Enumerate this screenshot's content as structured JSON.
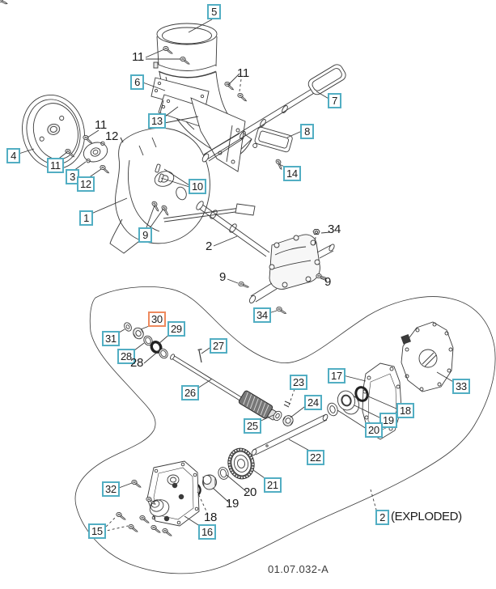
{
  "diagram": {
    "drawing_code": "01.07.032-A",
    "exploded_note": "(EXPLODED)",
    "selection": {
      "highlighted_callout": "30"
    }
  },
  "style": {
    "callout_border": "#52aec3",
    "callout_highlight_border": "#ee8a5e",
    "ink": "#1c1c1c",
    "line_art": "#3a3a3a"
  },
  "labels": {
    "l5": "5",
    "l6": "6",
    "l13": "13",
    "l4": "4",
    "l11_disc": "11",
    "l3": "3",
    "l12_flange": "12",
    "l1": "1",
    "l10": "10",
    "l9_housing": "9",
    "l7": "7",
    "l8": "8",
    "l14": "14",
    "l34_gearbox": "34",
    "l30": "30",
    "l31": "31",
    "l29": "29",
    "l28": "28",
    "l27": "27",
    "l26": "26",
    "l25": "25",
    "l23": "23",
    "l24": "24",
    "l17": "17",
    "l18_upper": "18",
    "l19_upper": "19",
    "l20_upper": "20",
    "l22": "22",
    "l21": "21",
    "l33": "33",
    "l32": "32",
    "l15": "15",
    "l16": "16",
    "exploded_ref": "2",
    "t11_chute": "11",
    "t11_bracket": "11",
    "t11_flange": "11",
    "t12_flange": "12",
    "t2_shaft": "2",
    "t9_shaft": "9",
    "t34_gearbox": "34",
    "t9_gearbox": "9",
    "t28": "28",
    "t20_lower": "20",
    "t19_lower": "19",
    "t18_lower": "18"
  }
}
